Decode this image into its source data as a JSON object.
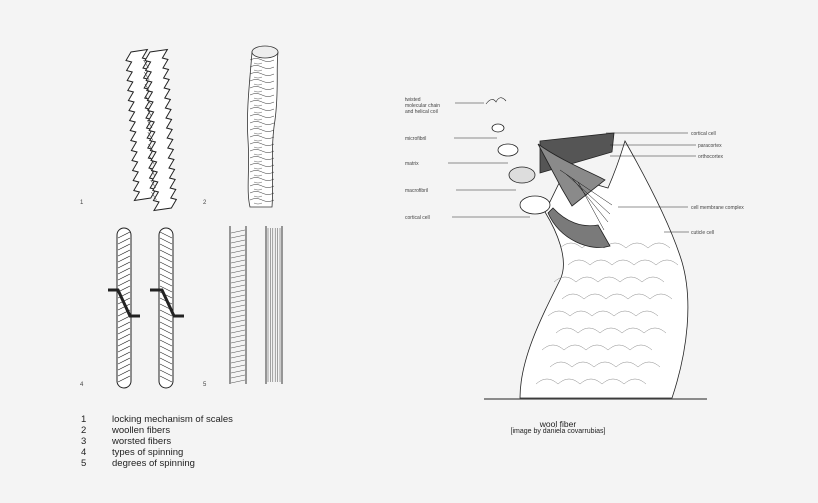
{
  "panels": {
    "p1_number": "1",
    "p2_number": "2",
    "p4_number": "4",
    "p5_number": "5"
  },
  "legend": [
    {
      "num": "1",
      "text": "locking mechanism of scales"
    },
    {
      "num": "2",
      "text": "woollen fibers"
    },
    {
      "num": "3",
      "text": "worsted fibers"
    },
    {
      "num": "4",
      "text": "types of spinning"
    },
    {
      "num": "5",
      "text": "degrees of spinning"
    }
  ],
  "fiber": {
    "labels_left": [
      "twisted",
      "molecular chain",
      "and helical coil",
      "microfibril",
      "matrix",
      "macrofibril",
      "cortical cell"
    ],
    "labels_right": [
      "cortical cell",
      "paracortex",
      "orthocortex",
      "cell membrane complex",
      "cuticle cell"
    ],
    "title": "wool fiber",
    "credit": "[image by daniela covarrubias]"
  },
  "colors": {
    "background": "#f4f4f4",
    "ink": "#222222",
    "fill_gray": "#7a7a7a"
  }
}
